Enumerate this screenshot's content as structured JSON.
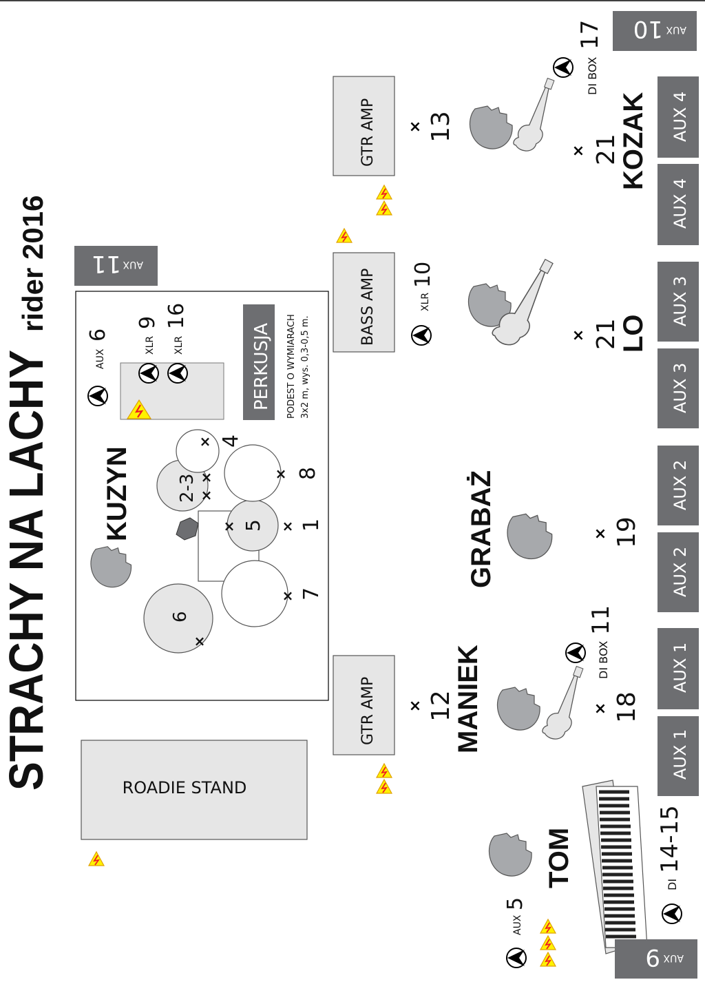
{
  "title": "STRACHY NA LACHY",
  "subtitle": "rider 2016",
  "roadie_stand": "ROADIE STAND",
  "drum_riser": {
    "label": "PERKUSJA",
    "note_line1": "PODEST O WYMIARACH",
    "note_line2": "3x2 m, wys. 0,3-0,5 m."
  },
  "musicians": {
    "drummer": "KUZYN",
    "vocal": "GRABAŻ",
    "guitar_left": "MANIEK",
    "bass": "LO",
    "guitar_right": "KOZAK",
    "keys": "TOM"
  },
  "amps": {
    "gtr": "GTR AMP",
    "bass": "BASS AMP"
  },
  "drum_channels": [
    "6",
    "7",
    "5",
    "1",
    "8",
    "2-3",
    "4"
  ],
  "channels": {
    "ch12": "12",
    "ch13": "13",
    "ch18": "18",
    "ch19": "19",
    "ch21_lo": "21",
    "ch21_kozak": "21",
    "ch14_15": "14-15"
  },
  "wedge_labels": {
    "aux1": "AUX 1",
    "aux2": "AUX 2",
    "aux3": "AUX 3",
    "aux4": "AUX 4",
    "aux_word": "AUX",
    "aux9_num": "9",
    "aux10_num": "10",
    "aux11_num": "11"
  },
  "inputs": {
    "aux6_word": "AUX",
    "aux6_num": "6",
    "xlr9_word": "XLR",
    "xlr9_num": "9",
    "xlr16_word": "XLR",
    "xlr16_num": "16",
    "xlr10_word": "XLR",
    "xlr10_num": "10",
    "dibox11_word": "DI BOX",
    "dibox11_num": "11",
    "dibox17_word": "DI BOX",
    "dibox17_num": "17",
    "di_word": "DI",
    "aux5_word": "AUX",
    "aux5_num": "5"
  },
  "colors": {
    "wedge": "#6d6e71",
    "amp": "#e6e6e6",
    "drum_fill": "#e6e6e6",
    "head": "#a7a9ac",
    "power_yellow": "#fff200",
    "power_bolt": "#ed1c24"
  }
}
